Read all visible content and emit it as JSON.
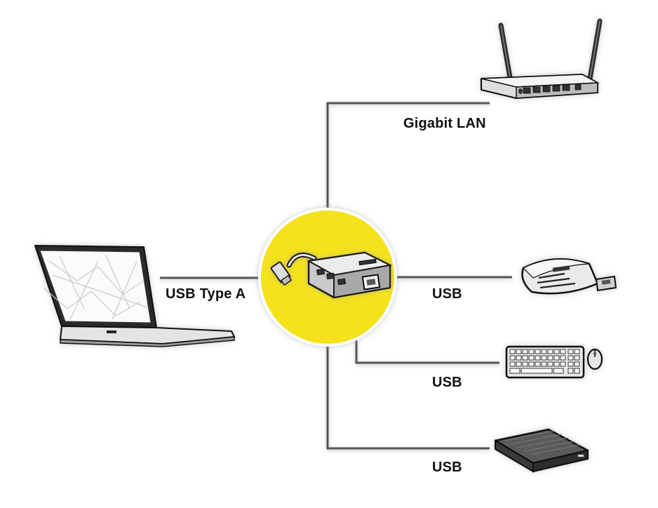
{
  "labels": {
    "usb_type_a": "USB Type A",
    "gigabit_lan": "Gigabit LAN",
    "usb_card_reader": "USB",
    "usb_keyboard": "USB",
    "usb_hdd": "USB"
  },
  "icons": {
    "laptop": "laptop-icon",
    "hub": "usb-hub-icon",
    "router": "router-icon",
    "card_reader": "card-reader-icon",
    "keyboard": "keyboard-icon",
    "mouse": "mouse-icon",
    "hdd": "external-hdd-icon"
  },
  "colors": {
    "hub_circle": "#f5e21a",
    "connector_line": "#555555",
    "device_fill": "#e9e9e9",
    "device_stroke": "#1a1a1a"
  }
}
